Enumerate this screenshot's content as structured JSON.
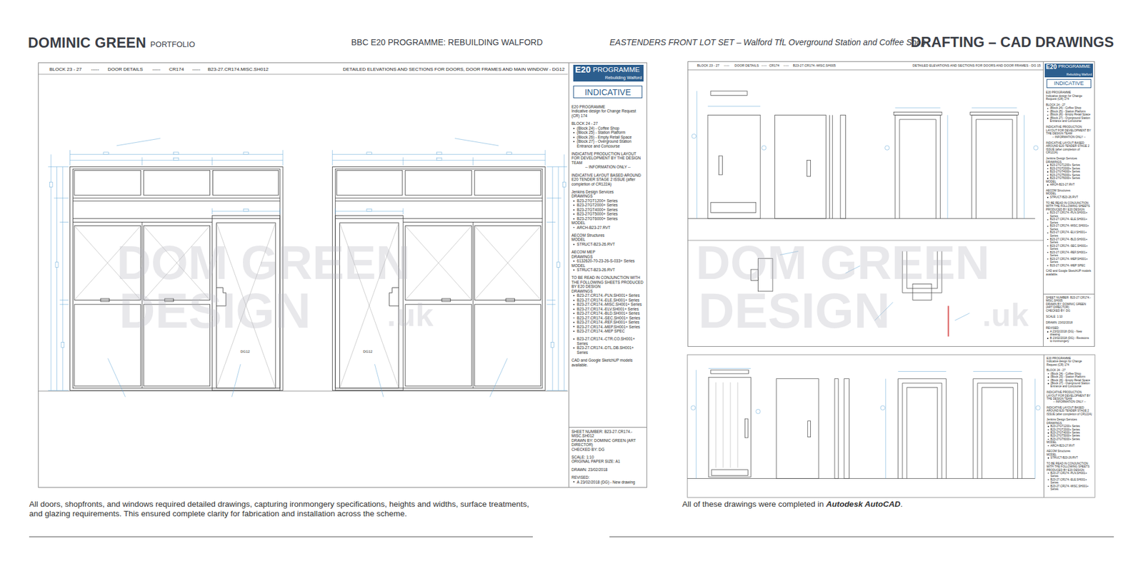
{
  "diagram": {
    "title": "DOMINIC GREEN",
    "caption": "All doors, shopfronts, and windows required detailed drawings, capturing ironmongery specifications, heights and widths, surface treatments, and glazing requirements. This ensured complete clarity for fabrication and installation across the scheme.",
    "nodes": [
      {
        "text": [
          "BLOCK 23 - 27",
          "-----",
          "DOOR DETAILS",
          "-----",
          "CR174",
          "-----",
          "B23-27.CR174.MISC.SH012",
          "DETAILED ELEVATIONS AND SECTIONS FOR DOORS, DOOR FRAMES AND MAIN WINDOW - DG12"
        ]
      },
      {
        "text": [
          "E20 PROGRAMME",
          "Indicative design for Change Request (CR) 174",
          "BLOCK 24 - 27",
          "(Block 24) - Coffee Shop",
          "(Block 25) - Station Platform",
          "(Block 26) - Empty Retail Space",
          "(Block 27) - Overground Station Entrance and Concourse",
          "INDICATIVE PRODUCTION LAYOUT FOR DEVELOPMENT BY THE DESIGN TEAM",
          "-- INFORMATION ONLY --",
          "INDICATIVE LAYOUT BASED AROUND E20 TENDER STAGE 2 ISSUE (after completion of CR122A)",
          "Jenkins Design Services",
          "DRAWINGS",
          "B23-27GT1200+ Series",
          "B23-27GT2000+ Series",
          "B23-27GT4000+ Series",
          "B23-27GT5000+ Series",
          "B23-27GT6000+ Series",
          "MODEL",
          "ARCH-B23-27.RVT",
          "AECOM Structures",
          "MODEL",
          "STRUCT-B23-26.RVT",
          "AECOM MEP",
          "DRAWINGS",
          "6132620-70-23-26-S-033+ Series",
          "MODEL",
          "STRUCT-B23-26.RVT",
          "TO BE READ IN CONJUNCTION WITH THE FOLLOWING SHEETS PRODUCED BY E20 DESIGN",
          "DRAWINGS",
          "B23-27.CR174.-PLN.SH001+ Series",
          "B23-27.CR174.-ELE.SH001+ Series",
          "B23-27.CR174.-MISC.SH001+ Series",
          "B23-27.CR174.-ELV.SH001+ Series",
          "B23-27.CR174.-BLD.SH001+ Series",
          "B23-27.CR174.-SEC.SH001+ Series",
          "B23-27.CR174.-REF.SH001+ Series",
          "B23-27.CR174.-MEP.SH001+ Series",
          "B23-27.CR174.-MEP SPEC",
          "B23-27.CR174.-CTR.CO.SH001+ Series",
          "B23-27.CR174.-DTL.DB.SH001+ Series",
          "CAD and Google SketchUP models available.",
          "SHEET NUMBER: B23-27.CR174.-MISC.SH012",
          "DRAWN BY: DOMINIC GREEN (ART DIRECTOR)",
          "CHECKED BY: DG",
          "SCALE: 1:10",
          "ORIGINAL PAPER SIZE: A1",
          "DRAWN: 23/02/2018",
          "REVISED:",
          "A   23/02/2018 (DG) - New drawing"
        ],
        "in": 0
      },
      {
        "text": [
          "E20",
          "PROGRAMME",
          "Rebuilding Walford"
        ],
        "in": 1
      },
      {
        "text": [
          "INDICATIVE"
        ],
        "in": 1
      },
      {
        "text": [
          "BLOCK 23 - 27",
          "-----",
          "DOOR DETAILS",
          "-----",
          "CR174",
          "-----",
          "B23-27.CR174.-MISC.SH005",
          "DETAILED ELEVATIONS AND SECTIONS FOR DOORS AND DOOR FRAMES - DG 15"
        ]
      },
      {
        "text": [
          "E20 PROGRAMME",
          "Indicative design for Change Request (CR) 174",
          "BLOCK 24 - 27",
          "(Block 24) - Coffee Shop",
          "(Block 25) - Station Platform",
          "(Block 26) - Empty Retail Space",
          "(Block 27) - Overground Station Entrance and Concourse",
          "INDICATIVE PRODUCTION LAYOUT FOR DEVELOPMENT BY THE DESIGN TEAM",
          "-- INFORMATION ONLY --",
          "INDICATIVE LAYOUT BASED AROUND E20 TENDER STAGE 2 ISSUE (after completion of CR122A)",
          "Jenkins Design Services",
          "DRAWINGS",
          "B23-27GT1200+ Series",
          "B23-27GT2000+ Series",
          "B23-27GT4000+ Series",
          "B23-27GT5000+ Series",
          "B23-27GT6000+ Series",
          "MODEL",
          "ARCH-B23-27.RVT",
          "AECOM Structures",
          "MODEL",
          "STRUCT-B23-26.RVT",
          "TO BE READ IN CONJUNCTION WITH THE FOLLOWING SHEETS PRODUCED BY E20 DESIGN",
          "B23-27.CR174.-PLN.SH001+ Series",
          "B23-27.CR174.-ELE.SH001+ Series",
          "B23-27.CR174.-MISC.SH001+ Series",
          "B23-27.CR174.-ELV.SH001+ Series",
          "B23-27.CR174.-BLD.SH001+ Series",
          "B23-27.CR174.-SEC.SH001+ Series",
          "B23-27.CR174.-REF.SH001+ Series",
          "B23-27.CR174.-MEP.SH001+ Series",
          "B23-27.CR174.-MEP SPEC",
          "CAD and Google SketchUP models available.",
          "SHEET NUMBER: B23-27.CR174.-MISC.SH005",
          "DRAWN BY: DOMINIC GREEN (ART DIRECTOR)",
          "CHECKED BY: DG",
          "SCALE: 1:10",
          "DRAWN: 23/02/2018",
          "REVISED:",
          "A   23/02/2018 (DG) - New drawing",
          "B   23/02/2018 (DG) - Revisions to ironmongery"
        ],
        "in": 4
      },
      {
        "text": [
          "E20",
          "PROGRAMME",
          "Rebuilding Walford"
        ],
        "in": 5
      },
      {
        "text": [
          "INDICATIVE"
        ],
        "in": 5
      },
      {
        "text": [
          "E20 PROGRAMME",
          "Indicative design for Change Request (CR) 174",
          "BLOCK 24 - 27",
          "(Block 24) - Coffee Shop",
          "(Block 25) - Station Platform",
          "(Block 26) - Empty Retail Space",
          "(Block 27) - Overground Station Entrance and Concourse",
          "INDICATIVE PRODUCTION LAYOUT FOR DEVELOPMENT BY THE DESIGN TEAM",
          "-- INFORMATION ONLY --",
          "INDICATIVE LAYOUT BASED AROUND E20 TENDER STAGE 2 ISSUE (after completion of CR122A)",
          "Jenkins Design Services",
          "DRAWINGS",
          "B23-27GT1200+ Series",
          "B23-27GT2000+ Series",
          "B23-27GT4000+ Series",
          "B23-27GT5000+ Series",
          "B23-27GT6000+ Series",
          "MODEL",
          "ARCH-B23-27.RVT",
          "AECOM Structures",
          "MODEL",
          "STRUCT-B23-26.RVT",
          "TO BE READ IN CONJUNCTION WITH THE FOLLOWING SHEETS PRODUCED BY E20 DESIGN",
          "B23-27.CR174.-PLN.SH001+ Series",
          "B23-27.CR174.-ELE.SH001+ Series",
          "B23-27.CR174.-MISC.SH001+ Series"
        ]
      }
    ],
    "labels": [
      "PORTFOLIO",
      "BBC E20 PROGRAMME: REBUILDING WALFORD",
      "EASTENDERS FRONT LOT SET – Walford TfL Overground Station and Coffee Shop",
      "DRAFTING – CAD DRAWINGS",
      "DG12",
      "DG12",
      "DOM GREEN",
      "DESIGN",
      ".uk",
      "DOM GREEN",
      "DESIGN",
      ".uk",
      "All of these drawings were completed in",
      "Autodesk AutoCAD",
      "."
    ]
  }
}
